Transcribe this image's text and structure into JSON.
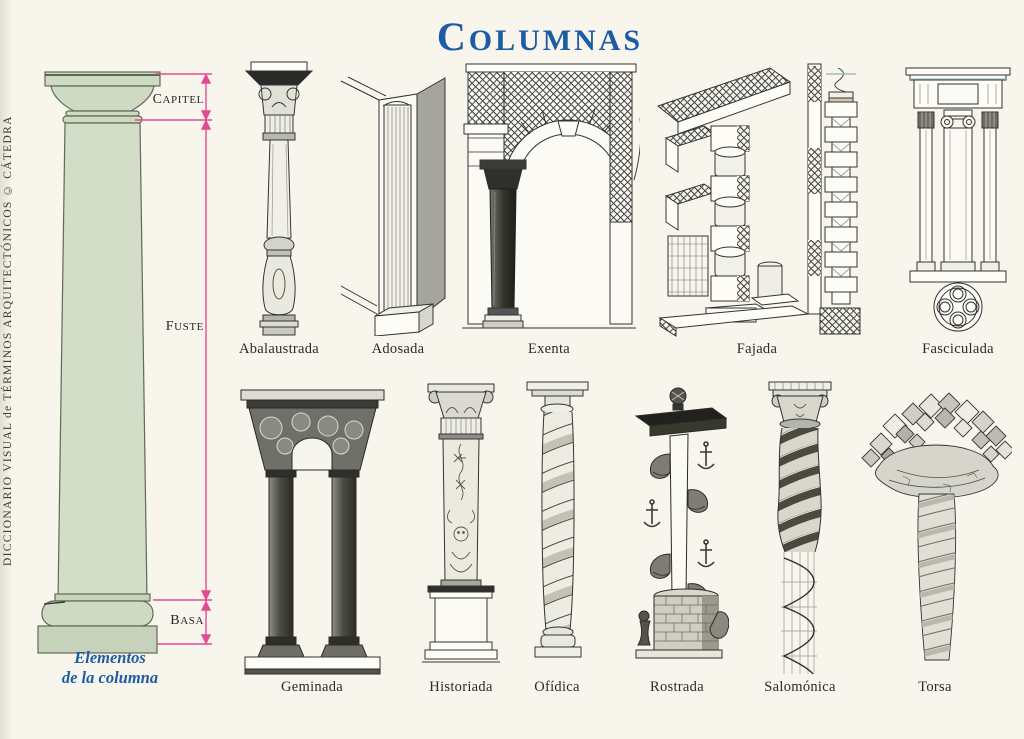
{
  "header": {
    "title": "COLUMNAS"
  },
  "sidebar": {
    "imprint": "DICCIONARIO VISUAL de TÉRMINOS ARQUITECTÓNICOS   © CÁTEDRA"
  },
  "elements_diagram": {
    "capital_label": "CAPITEL",
    "shaft_label": "FUSTE",
    "base_label": "BASA",
    "caption": {
      "line1": "Elementos",
      "line2": "de la columna"
    }
  },
  "figures": {
    "row1": [
      {
        "id": "abalaustrada",
        "label": "Abalaustrada"
      },
      {
        "id": "adosada",
        "label": "Adosada"
      },
      {
        "id": "exenta",
        "label": "Exenta"
      },
      {
        "id": "fajada",
        "label": "Fajada"
      },
      {
        "id": "fasciculada",
        "label": "Fasciculada"
      }
    ],
    "row2": [
      {
        "id": "geminada",
        "label": "Geminada"
      },
      {
        "id": "historiada",
        "label": "Historiada"
      },
      {
        "id": "ofidica",
        "label": "Ofídica"
      },
      {
        "id": "rostrada",
        "label": "Rostrada"
      },
      {
        "id": "salomonica",
        "label": "Salomónica"
      },
      {
        "id": "torsa",
        "label": "Torsa"
      }
    ]
  },
  "colors": {
    "title_blue": "#1c5ba5",
    "dimension_magenta": "#e24b93",
    "column_green": "#cfdac3",
    "paper": "#f7f5ec",
    "ink": "#2d2823"
  }
}
